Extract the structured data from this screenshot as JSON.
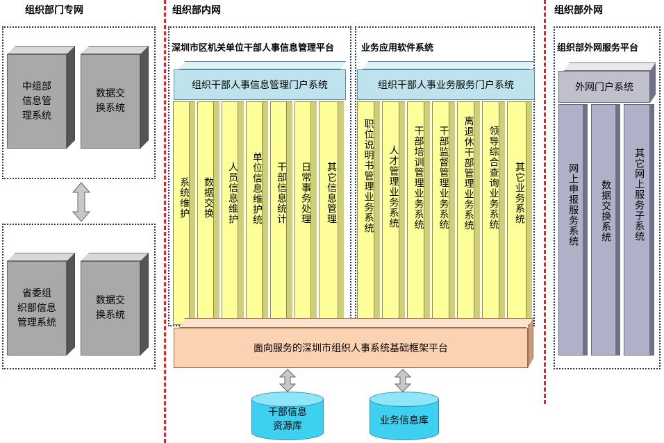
{
  "sections": {
    "dept_net": "组织部门专网",
    "intranet": "组织部内网",
    "extranet": "组织部外网"
  },
  "dept_net": {
    "top_left_box": "中组部\n信息管\n理系统",
    "top_right_box": "数据交\n换系统",
    "bottom_left_box": "省委组\n织部信息\n管理系统",
    "bottom_right_box": "数据交\n换系统"
  },
  "intranet": {
    "platform_a_title": "深圳市区机关单位干部人事信息管理平台",
    "platform_b_title": "业务应用软件系统",
    "portal_a": "组织干部人事信息管理门户系统",
    "portal_b": "组织干部人事业务服务门户系统",
    "columns_a": [
      "系统维护",
      "数据交换",
      "人员信息维护",
      "单位信息维护统",
      "干部信息统计",
      "日常事务处理",
      "其它信息管理"
    ],
    "columns_b": [
      "职位说明书管理业务系统",
      "人才管理业务系统",
      "干部培训管理业务系统",
      "干部监督管理业务系统",
      "离退休干部管理业务系统",
      "领导综合查询业务系统",
      "其它业务系统"
    ],
    "base_platform": "面向服务的深圳市组织人事系统基础框架平台",
    "db1": "干部信息\n资源库",
    "db2": "业务信息库"
  },
  "extranet": {
    "platform_title": "组织部外网服务平台",
    "portal": "外网门户系统",
    "columns": [
      "网上申报服务系统",
      "数据交换系统",
      "其它网上服务子系统"
    ]
  },
  "colors": {
    "red_divider": "#e0242a",
    "dotted_border": "#1f2f7a",
    "yellow_column": "#ffff99",
    "portal": "#bfe3ec",
    "platform": "#fbd3b3",
    "database": "#3dd0f0",
    "grey_box": "#a9a9a9"
  }
}
